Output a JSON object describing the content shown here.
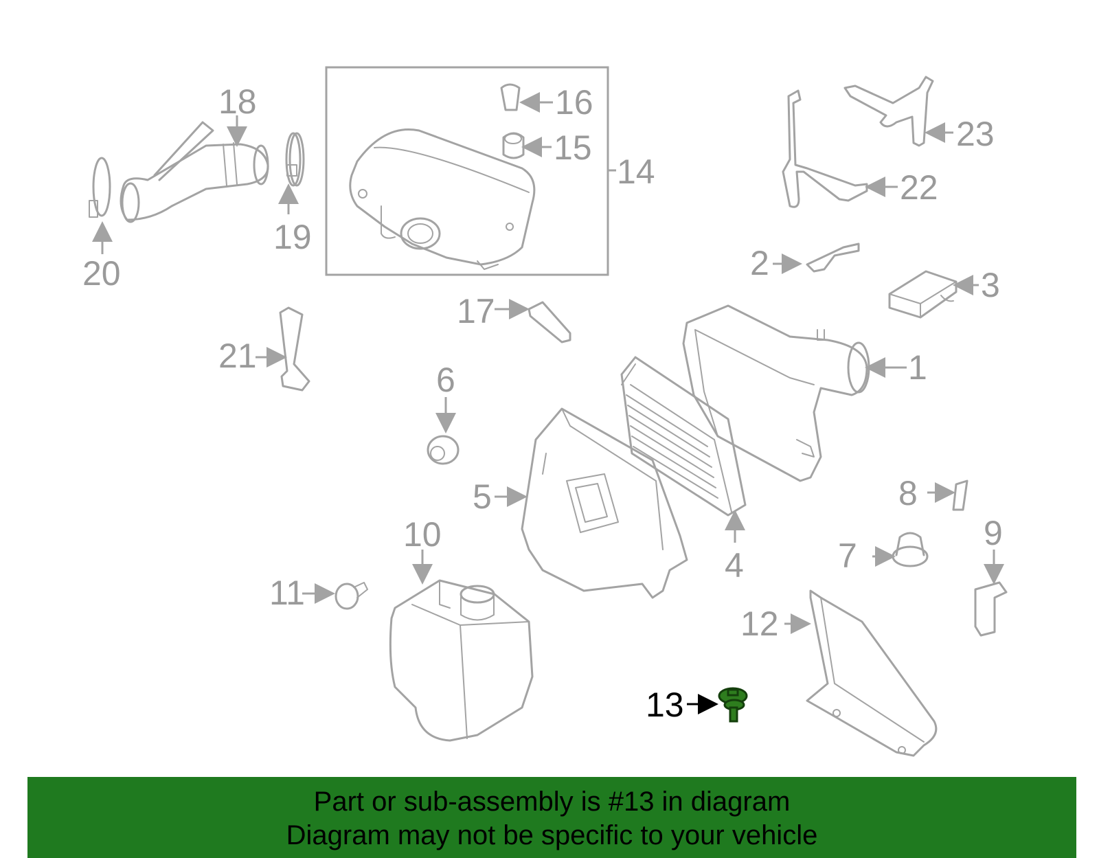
{
  "colors": {
    "banner_bg": "#1f7a1f",
    "part_gray": "#a3a3a3",
    "highlight_green": "#2e7d1e"
  },
  "callouts": {
    "p1": "1",
    "p2": "2",
    "p3": "3",
    "p4": "4",
    "p5": "5",
    "p6": "6",
    "p7": "7",
    "p8": "8",
    "p9": "9",
    "p10": "10",
    "p11": "11",
    "p12": "12",
    "p13": "13",
    "p14": "14",
    "p15": "15",
    "p16": "16",
    "p17": "17",
    "p18": "18",
    "p19": "19",
    "p20": "20",
    "p21": "21",
    "p22": "22",
    "p23": "23"
  },
  "highlighted_part": "13",
  "banner": {
    "line1": "Part or sub-assembly is #13 in diagram",
    "line2": "Diagram may not be specific to your vehicle"
  }
}
